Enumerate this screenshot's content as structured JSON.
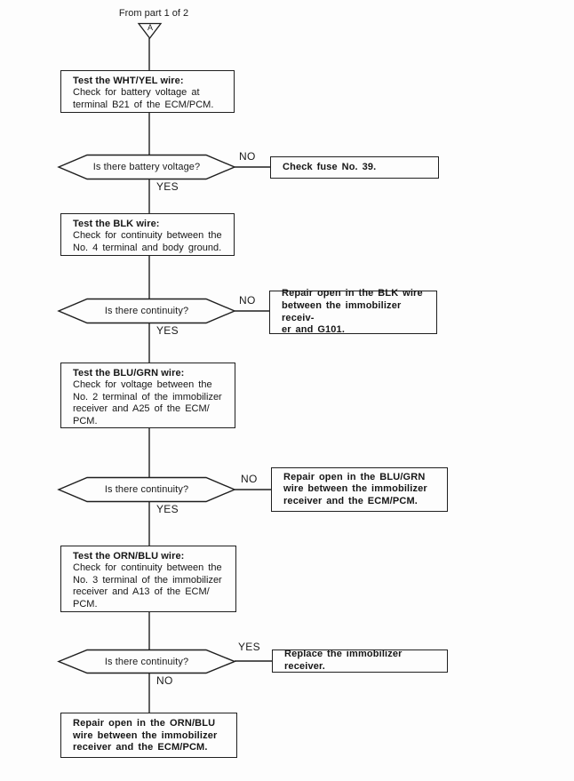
{
  "diagram": {
    "source_label": "From part 1 of 2",
    "connector_letter": "A",
    "process_boxes": [
      {
        "title": "Test the WHT/YEL wire:",
        "body": "Check for battery voltage at\nterminal B21 of the ECM/PCM."
      },
      {
        "title": "Test the BLK wire:",
        "body": "Check for continuity between the\nNo. 4 terminal and body ground."
      },
      {
        "title": "Test the BLU/GRN wire:",
        "body": "Check for voltage between the\nNo. 2 terminal of the immobilizer\nreceiver and A25 of the ECM/\nPCM."
      },
      {
        "title": "Test the ORN/BLU wire:",
        "body": "Check for continuity between the\nNo. 3 terminal of the immobilizer\nreceiver and A13 of the ECM/\nPCM."
      }
    ],
    "decisions": [
      {
        "question": "Is there battery voltage?",
        "side_label": "NO",
        "down_label": "YES"
      },
      {
        "question": "Is there continuity?",
        "side_label": "NO",
        "down_label": "YES"
      },
      {
        "question": "Is there continuity?",
        "side_label": "NO",
        "down_label": "YES"
      },
      {
        "question": "Is there continuity?",
        "side_label": "YES",
        "down_label": "NO"
      }
    ],
    "action_boxes": [
      {
        "text": "Check fuse No. 39."
      },
      {
        "text": "Repair open in the BLK wire\nbetween the immobilizer receiv-\ner and G101."
      },
      {
        "text": "Repair open in the BLU/GRN\nwire between the immobilizer\nreceiver and the ECM/PCM."
      },
      {
        "text": "Replace the immobilizer receiver."
      }
    ],
    "final_box": {
      "text": "Repair open in the ORN/BLU\nwire between the immobilizer\nreceiver and the ECM/PCM."
    }
  }
}
